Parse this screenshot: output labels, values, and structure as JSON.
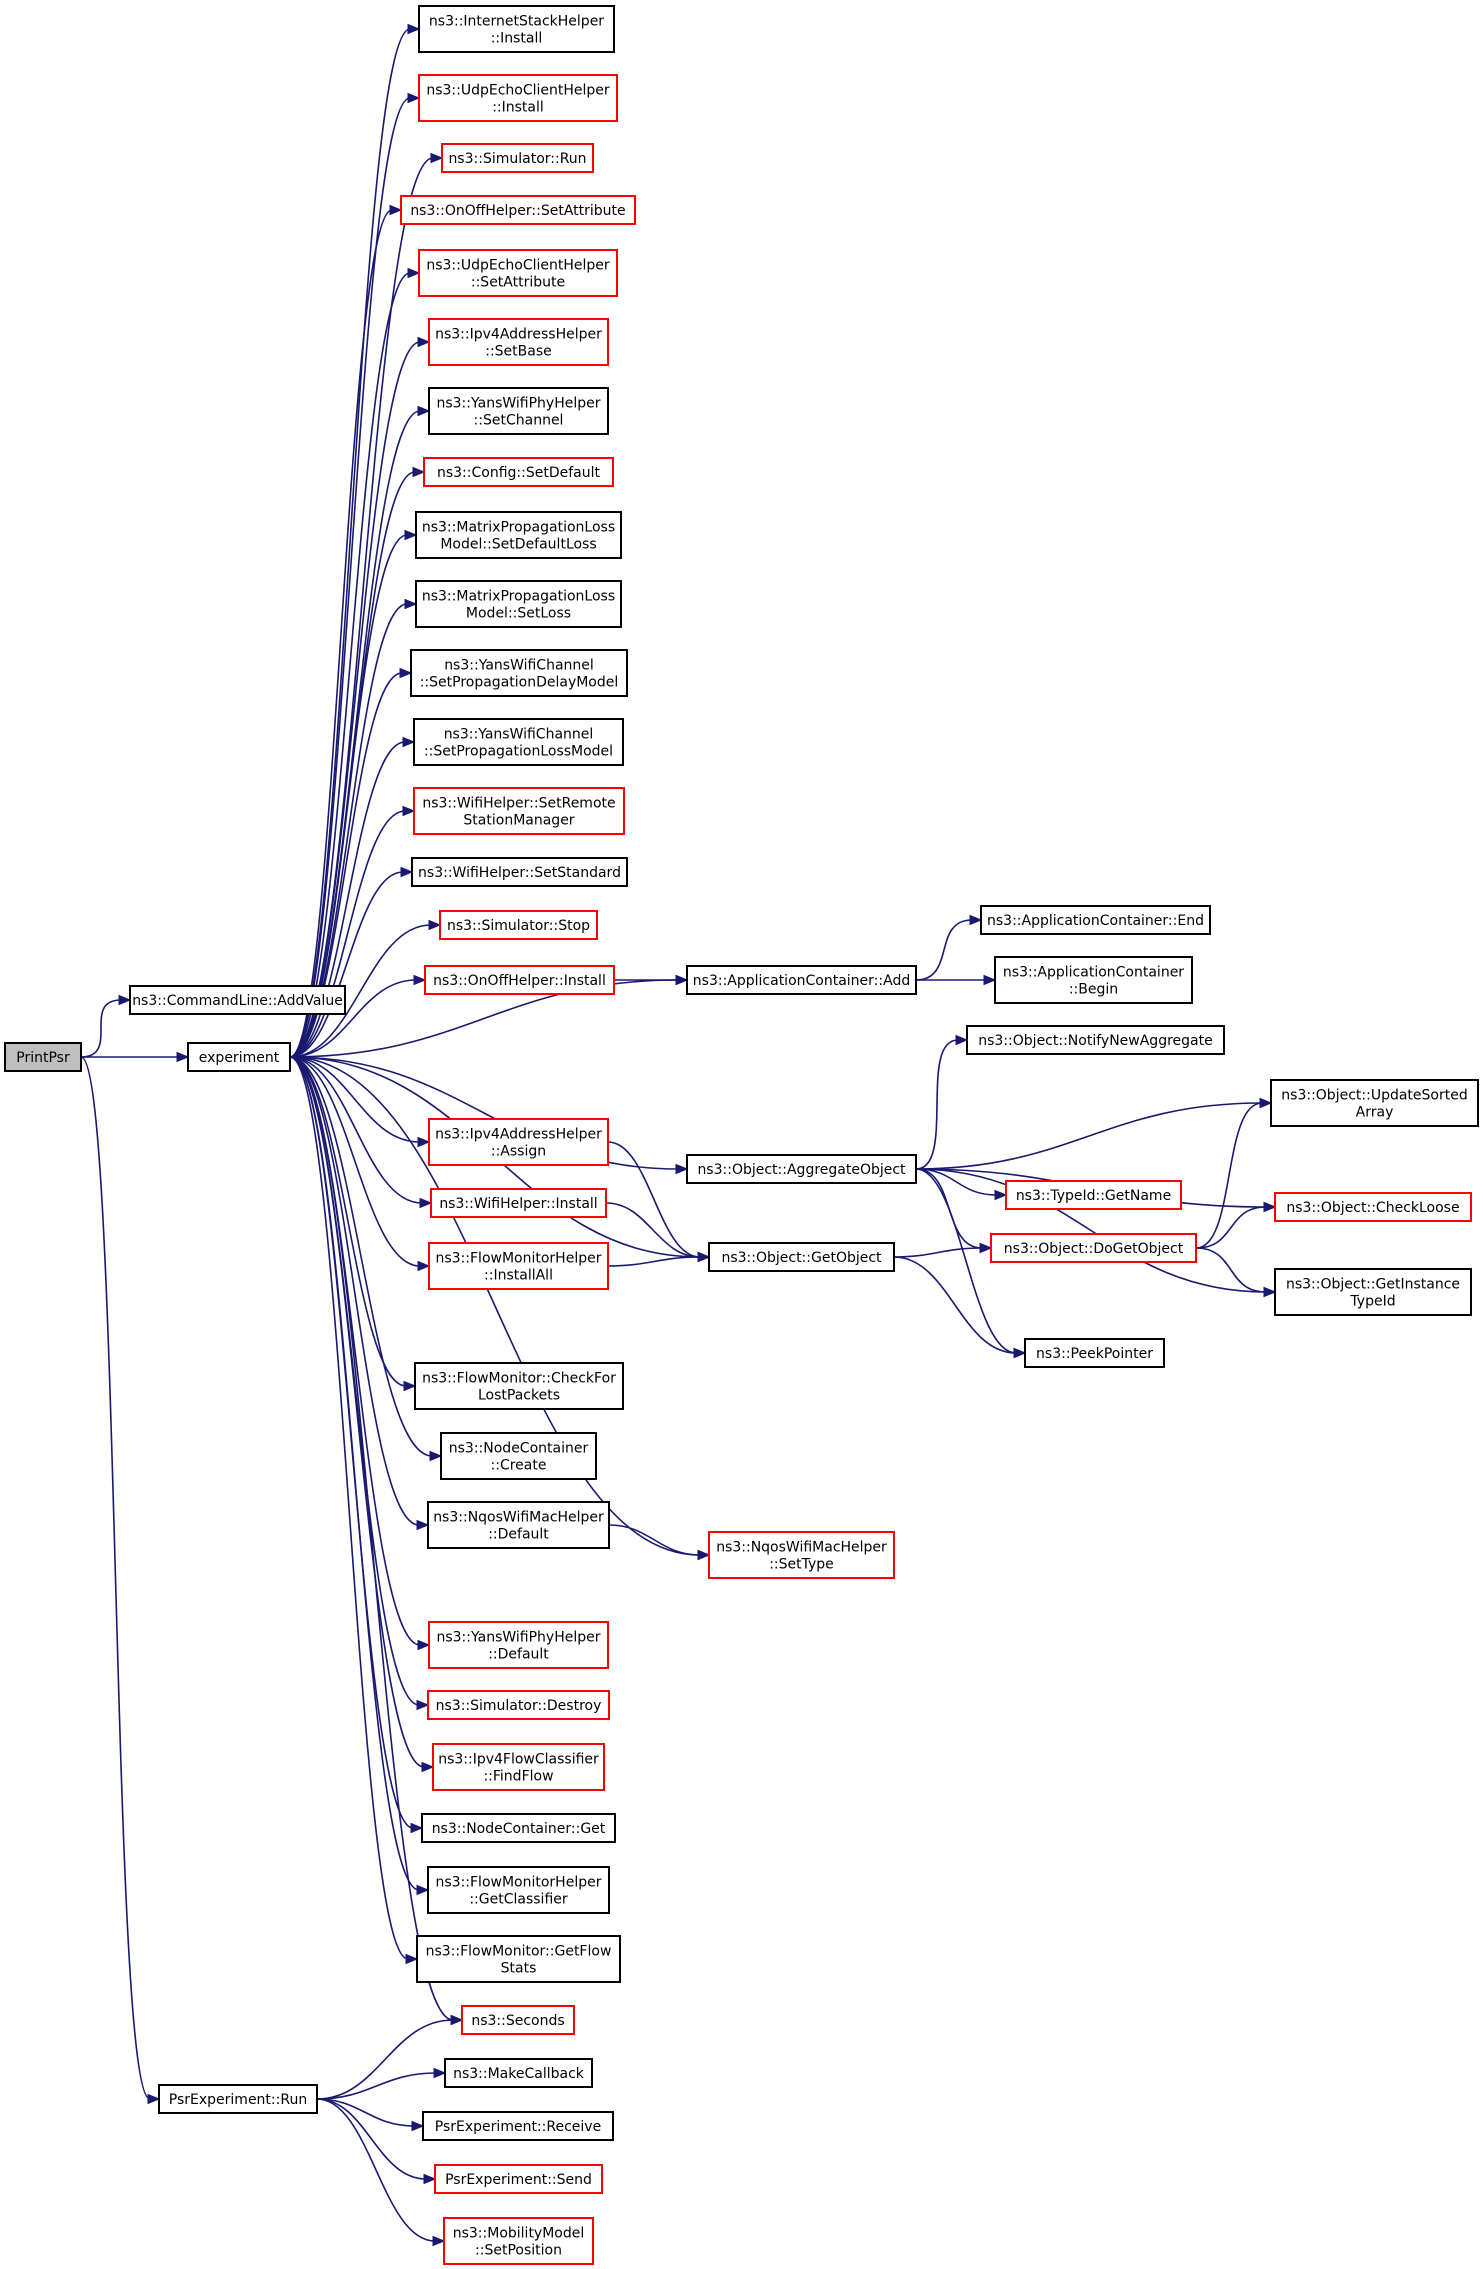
{
  "colors": {
    "edge": "#191970",
    "border_normal": "#000000",
    "border_ref": "#ff0000",
    "border_root": "#000000",
    "fill_root": "#bfbfbf",
    "fill_node": "#ffffff"
  },
  "nodes": [
    {
      "id": "printpsr",
      "lines": [
        "PrintPsr"
      ],
      "style": "root"
    },
    {
      "id": "addvalue",
      "lines": [
        "ns3::CommandLine::AddValue"
      ],
      "style": "normal"
    },
    {
      "id": "experiment",
      "lines": [
        "experiment"
      ],
      "style": "normal"
    },
    {
      "id": "psrrun",
      "lines": [
        "PsrExperiment::Run"
      ],
      "style": "normal"
    },
    {
      "id": "iststack",
      "lines": [
        "ns3::InternetStackHelper",
        "::Install"
      ],
      "style": "normal"
    },
    {
      "id": "udpinst",
      "lines": [
        "ns3::UdpEchoClientHelper",
        "::Install"
      ],
      "style": "ref"
    },
    {
      "id": "simrun",
      "lines": [
        "ns3::Simulator::Run"
      ],
      "style": "ref"
    },
    {
      "id": "onoffset",
      "lines": [
        "ns3::OnOffHelper::SetAttribute"
      ],
      "style": "ref"
    },
    {
      "id": "udpset",
      "lines": [
        "ns3::UdpEchoClientHelper",
        "::SetAttribute"
      ],
      "style": "ref"
    },
    {
      "id": "ipv4base",
      "lines": [
        "ns3::Ipv4AddressHelper",
        "::SetBase"
      ],
      "style": "ref"
    },
    {
      "id": "yanssetch",
      "lines": [
        "ns3::YansWifiPhyHelper",
        "::SetChannel"
      ],
      "style": "normal"
    },
    {
      "id": "cfgdef",
      "lines": [
        "ns3::Config::SetDefault"
      ],
      "style": "ref"
    },
    {
      "id": "mpldef",
      "lines": [
        "ns3::MatrixPropagationLoss",
        "Model::SetDefaultLoss"
      ],
      "style": "normal"
    },
    {
      "id": "mplset",
      "lines": [
        "ns3::MatrixPropagationLoss",
        "Model::SetLoss"
      ],
      "style": "normal"
    },
    {
      "id": "ywcdelay",
      "lines": [
        "ns3::YansWifiChannel",
        "::SetPropagationDelayModel"
      ],
      "style": "normal"
    },
    {
      "id": "ywcloss",
      "lines": [
        "ns3::YansWifiChannel",
        "::SetPropagationLossModel"
      ],
      "style": "normal"
    },
    {
      "id": "wifiremote",
      "lines": [
        "ns3::WifiHelper::SetRemote",
        "StationManager"
      ],
      "style": "ref"
    },
    {
      "id": "wifistd",
      "lines": [
        "ns3::WifiHelper::SetStandard"
      ],
      "style": "normal"
    },
    {
      "id": "simstop",
      "lines": [
        "ns3::Simulator::Stop"
      ],
      "style": "ref"
    },
    {
      "id": "onoffinst",
      "lines": [
        "ns3::OnOffHelper::Install"
      ],
      "style": "ref"
    },
    {
      "id": "appadd",
      "lines": [
        "ns3::ApplicationContainer::Add"
      ],
      "style": "normal"
    },
    {
      "id": "append",
      "lines": [
        "ns3::ApplicationContainer::End"
      ],
      "style": "normal"
    },
    {
      "id": "appbegin",
      "lines": [
        "ns3::ApplicationContainer",
        "::Begin"
      ],
      "style": "normal"
    },
    {
      "id": "notifyagg",
      "lines": [
        "ns3::Object::NotifyNewAggregate"
      ],
      "style": "normal"
    },
    {
      "id": "aggobj",
      "lines": [
        "ns3::Object::AggregateObject"
      ],
      "style": "normal"
    },
    {
      "id": "updsorted",
      "lines": [
        "ns3::Object::UpdateSorted",
        "Array"
      ],
      "style": "normal"
    },
    {
      "id": "ipv4assign",
      "lines": [
        "ns3::Ipv4AddressHelper",
        "::Assign"
      ],
      "style": "ref"
    },
    {
      "id": "typeidname",
      "lines": [
        "ns3::TypeId::GetName"
      ],
      "style": "ref"
    },
    {
      "id": "checkloose",
      "lines": [
        "ns3::Object::CheckLoose"
      ],
      "style": "ref"
    },
    {
      "id": "wifiinst",
      "lines": [
        "ns3::WifiHelper::Install"
      ],
      "style": "ref"
    },
    {
      "id": "dogetobj",
      "lines": [
        "ns3::Object::DoGetObject"
      ],
      "style": "ref"
    },
    {
      "id": "fmhall",
      "lines": [
        "ns3::FlowMonitorHelper",
        "::InstallAll"
      ],
      "style": "ref"
    },
    {
      "id": "getobj",
      "lines": [
        "ns3::Object::GetObject"
      ],
      "style": "normal"
    },
    {
      "id": "getinst",
      "lines": [
        "ns3::Object::GetInstance",
        "TypeId"
      ],
      "style": "normal"
    },
    {
      "id": "peekptr",
      "lines": [
        "ns3::PeekPointer"
      ],
      "style": "normal"
    },
    {
      "id": "fmcheck",
      "lines": [
        "ns3::FlowMonitor::CheckFor",
        "LostPackets"
      ],
      "style": "normal"
    },
    {
      "id": "nccreate",
      "lines": [
        "ns3::NodeContainer",
        "::Create"
      ],
      "style": "normal"
    },
    {
      "id": "nqosdef",
      "lines": [
        "ns3::NqosWifiMacHelper",
        "::Default"
      ],
      "style": "normal"
    },
    {
      "id": "nqostype",
      "lines": [
        "ns3::NqosWifiMacHelper",
        "::SetType"
      ],
      "style": "ref"
    },
    {
      "id": "yansdef",
      "lines": [
        "ns3::YansWifiPhyHelper",
        "::Default"
      ],
      "style": "ref"
    },
    {
      "id": "simdestroy",
      "lines": [
        "ns3::Simulator::Destroy"
      ],
      "style": "ref"
    },
    {
      "id": "ipv4flow",
      "lines": [
        "ns3::Ipv4FlowClassifier",
        "::FindFlow"
      ],
      "style": "ref"
    },
    {
      "id": "ncget",
      "lines": [
        "ns3::NodeContainer::Get"
      ],
      "style": "normal"
    },
    {
      "id": "fmhclass",
      "lines": [
        "ns3::FlowMonitorHelper",
        "::GetClassifier"
      ],
      "style": "normal"
    },
    {
      "id": "fmstats",
      "lines": [
        "ns3::FlowMonitor::GetFlow",
        "Stats"
      ],
      "style": "normal"
    },
    {
      "id": "seconds",
      "lines": [
        "ns3::Seconds"
      ],
      "style": "ref"
    },
    {
      "id": "makecb",
      "lines": [
        "ns3::MakeCallback"
      ],
      "style": "normal"
    },
    {
      "id": "psrrecv",
      "lines": [
        "PsrExperiment::Receive"
      ],
      "style": "normal"
    },
    {
      "id": "psrsend",
      "lines": [
        "PsrExperiment::Send"
      ],
      "style": "ref"
    },
    {
      "id": "mobsetpos",
      "lines": [
        "ns3::MobilityModel",
        "::SetPosition"
      ],
      "style": "ref"
    }
  ],
  "edges": [
    {
      "from": "printpsr",
      "to": "addvalue"
    },
    {
      "from": "printpsr",
      "to": "experiment"
    },
    {
      "from": "printpsr",
      "to": "psrrun"
    },
    {
      "from": "experiment",
      "to": "iststack"
    },
    {
      "from": "experiment",
      "to": "udpinst"
    },
    {
      "from": "experiment",
      "to": "simrun"
    },
    {
      "from": "experiment",
      "to": "onoffset"
    },
    {
      "from": "experiment",
      "to": "udpset"
    },
    {
      "from": "experiment",
      "to": "ipv4base"
    },
    {
      "from": "experiment",
      "to": "yanssetch"
    },
    {
      "from": "experiment",
      "to": "cfgdef"
    },
    {
      "from": "experiment",
      "to": "mpldef"
    },
    {
      "from": "experiment",
      "to": "mplset"
    },
    {
      "from": "experiment",
      "to": "ywcdelay"
    },
    {
      "from": "experiment",
      "to": "ywcloss"
    },
    {
      "from": "experiment",
      "to": "wifiremote"
    },
    {
      "from": "experiment",
      "to": "wifistd"
    },
    {
      "from": "experiment",
      "to": "simstop"
    },
    {
      "from": "experiment",
      "to": "onoffinst"
    },
    {
      "from": "experiment",
      "to": "appadd"
    },
    {
      "from": "experiment",
      "to": "aggobj"
    },
    {
      "from": "experiment",
      "to": "ipv4assign"
    },
    {
      "from": "experiment",
      "to": "wifiinst"
    },
    {
      "from": "experiment",
      "to": "fmhall"
    },
    {
      "from": "experiment",
      "to": "getobj"
    },
    {
      "from": "experiment",
      "to": "fmcheck"
    },
    {
      "from": "experiment",
      "to": "nccreate"
    },
    {
      "from": "experiment",
      "to": "nqosdef"
    },
    {
      "from": "experiment",
      "to": "nqostype"
    },
    {
      "from": "experiment",
      "to": "yansdef"
    },
    {
      "from": "experiment",
      "to": "simdestroy"
    },
    {
      "from": "experiment",
      "to": "ipv4flow"
    },
    {
      "from": "experiment",
      "to": "ncget"
    },
    {
      "from": "experiment",
      "to": "fmhclass"
    },
    {
      "from": "experiment",
      "to": "fmstats"
    },
    {
      "from": "experiment",
      "to": "seconds"
    },
    {
      "from": "onoffinst",
      "to": "appadd"
    },
    {
      "from": "appadd",
      "to": "append"
    },
    {
      "from": "appadd",
      "to": "appbegin"
    },
    {
      "from": "aggobj",
      "to": "notifyagg"
    },
    {
      "from": "aggobj",
      "to": "updsorted"
    },
    {
      "from": "aggobj",
      "to": "checkloose"
    },
    {
      "from": "aggobj",
      "to": "typeidname"
    },
    {
      "from": "aggobj",
      "to": "dogetobj"
    },
    {
      "from": "aggobj",
      "to": "getinst"
    },
    {
      "from": "aggobj",
      "to": "peekptr"
    },
    {
      "from": "ipv4assign",
      "to": "getobj"
    },
    {
      "from": "wifiinst",
      "to": "getobj"
    },
    {
      "from": "fmhall",
      "to": "getobj"
    },
    {
      "from": "getobj",
      "to": "dogetobj"
    },
    {
      "from": "getobj",
      "to": "peekptr"
    },
    {
      "from": "dogetobj",
      "to": "updsorted"
    },
    {
      "from": "dogetobj",
      "to": "checkloose"
    },
    {
      "from": "dogetobj",
      "to": "getinst"
    },
    {
      "from": "nqosdef",
      "to": "nqostype"
    },
    {
      "from": "psrrun",
      "to": "seconds"
    },
    {
      "from": "psrrun",
      "to": "makecb"
    },
    {
      "from": "psrrun",
      "to": "psrrecv"
    },
    {
      "from": "psrrun",
      "to": "psrsend"
    },
    {
      "from": "psrrun",
      "to": "mobsetpos"
    }
  ]
}
